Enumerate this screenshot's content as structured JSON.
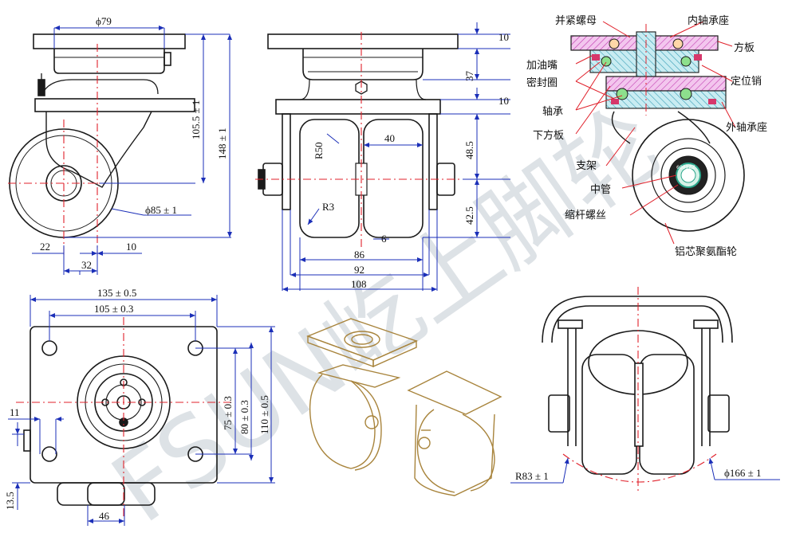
{
  "watermark": {
    "text": "FSUN屹上脚轮",
    "color": "#d8dde2"
  },
  "colors": {
    "outline": "#1a1a1a",
    "dim_blue": "#1b2fb8",
    "center_red": "#e0212b",
    "iso_gold": "#a8843c",
    "callout_red": "#e0212b"
  },
  "side_view": {
    "d_top": "ϕ79",
    "h_swivel": "105.5 ± 1",
    "h_total": "148 ± 1",
    "wheel_d": "ϕ85 ± 1",
    "off_a": "22",
    "off_b": "10",
    "off_c": "32"
  },
  "front_view": {
    "d1": "10",
    "d2": "37",
    "d3": "10",
    "d4": "48.5",
    "d5": "42.5",
    "wheel_w": "40",
    "tread_r": "R50",
    "edge_r": "R3",
    "gap": "6",
    "w1": "86",
    "w2": "92",
    "w3": "108"
  },
  "plate_view": {
    "w_outer": "135 ± 0.5",
    "w_holes": "105 ± 0.3",
    "h_holes_a": "75 ± 0.3",
    "h_holes_b": "80 ± 0.3",
    "h_outer": "110 ± 0.5",
    "hole_d": "11",
    "offset": "13.5",
    "tread": "46"
  },
  "rear_view": {
    "radius": "R83 ± 1",
    "swing_d": "ϕ166 ± 1"
  },
  "callouts": {
    "lock_nut": "并紧螺母",
    "inner_bearing_seat": "内轴承座",
    "square_plate": "方板",
    "grease_nipple": "加油嘴",
    "seal_ring": "密封圈",
    "locating_pin": "定位销",
    "bearing": "轴承",
    "lower_plate": "下方板",
    "outer_bearing_seat": "外轴承座",
    "bracket": "支架",
    "center_tube": "中管",
    "reduced_thread": "缩杆螺丝",
    "wheel_material": "铝芯聚氨酯轮"
  },
  "bearing_label": "6001ZZ"
}
